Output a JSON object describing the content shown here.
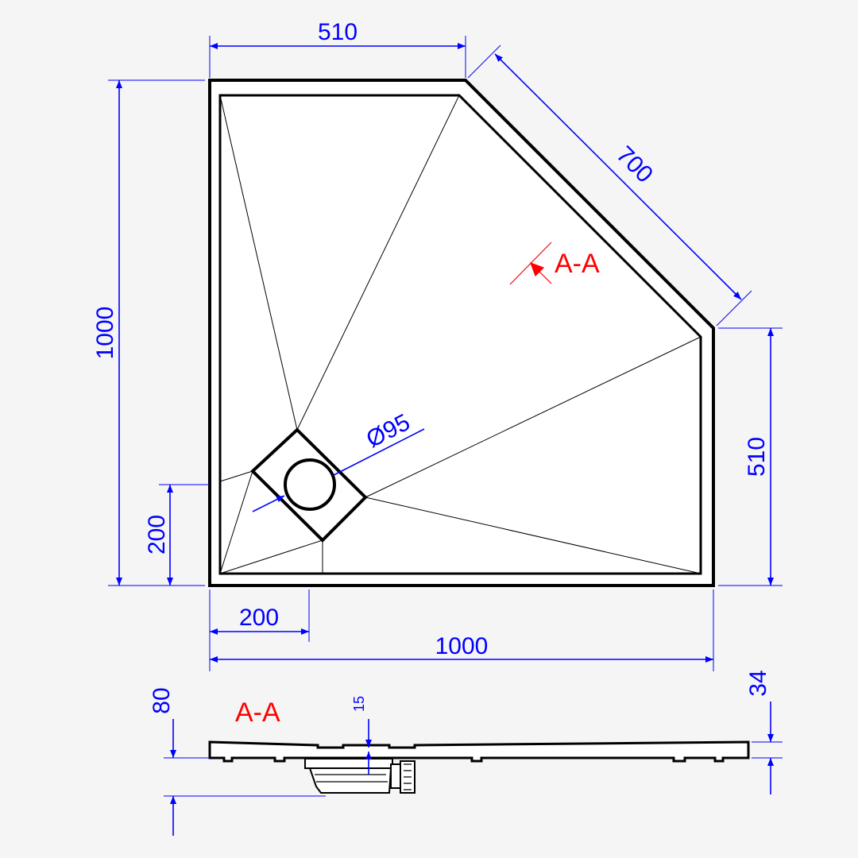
{
  "colors": {
    "background": "#f5f5f5",
    "outline": "#000000",
    "dimension": "#0000ff",
    "section": "#ff0000"
  },
  "dimensions": {
    "top_width": "510",
    "diagonal": "700",
    "left_height": "1000",
    "right_height": "510",
    "drain_offset_y": "200",
    "drain_offset_x": "200",
    "bottom_width": "1000",
    "drain_diameter": "Ø95",
    "section_height": "80",
    "section_thickness": "34",
    "drain_depth": "15"
  },
  "section": {
    "plan_marker": "A-A",
    "view_label": "A-A"
  }
}
